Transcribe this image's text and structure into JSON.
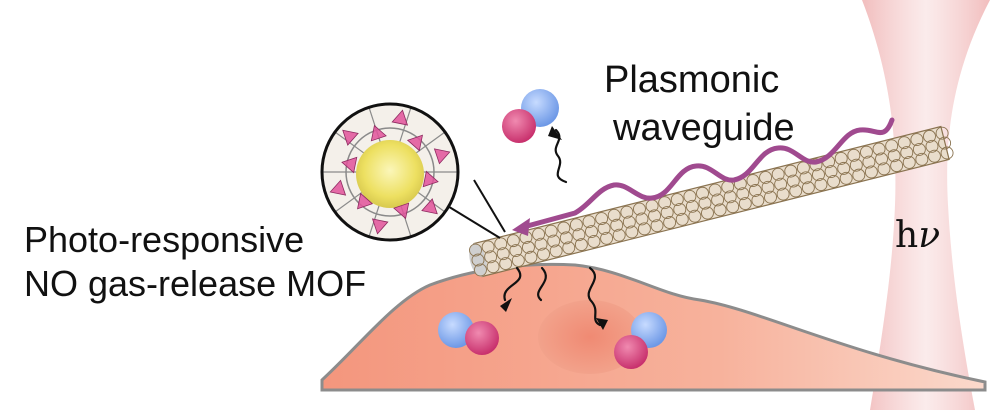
{
  "labels": {
    "plasmonic": "Plasmonic",
    "waveguide": "waveguide",
    "mof_line1": "Photo-responsive",
    "mof_line2": "NO gas-release MOF",
    "light_h": "h",
    "light_nu": "ν"
  },
  "colors": {
    "cell_fill": "#f6a48c",
    "cell_stroke": "#8a8a8a",
    "nucleus_fill": "#ef8b74",
    "light_beam": "#f3c0c0",
    "plasmon_wave": "#a04a8f",
    "waveguide_mesh": "#8a7350",
    "molecule_red": "#d6417c",
    "molecule_blue": "#7fa8ee",
    "mof_yellow": "#f1e56c",
    "mof_pink": "#e0529a"
  },
  "icons": [
    "no-molecule-icon",
    "light-beam",
    "mof-crystal",
    "cell"
  ]
}
